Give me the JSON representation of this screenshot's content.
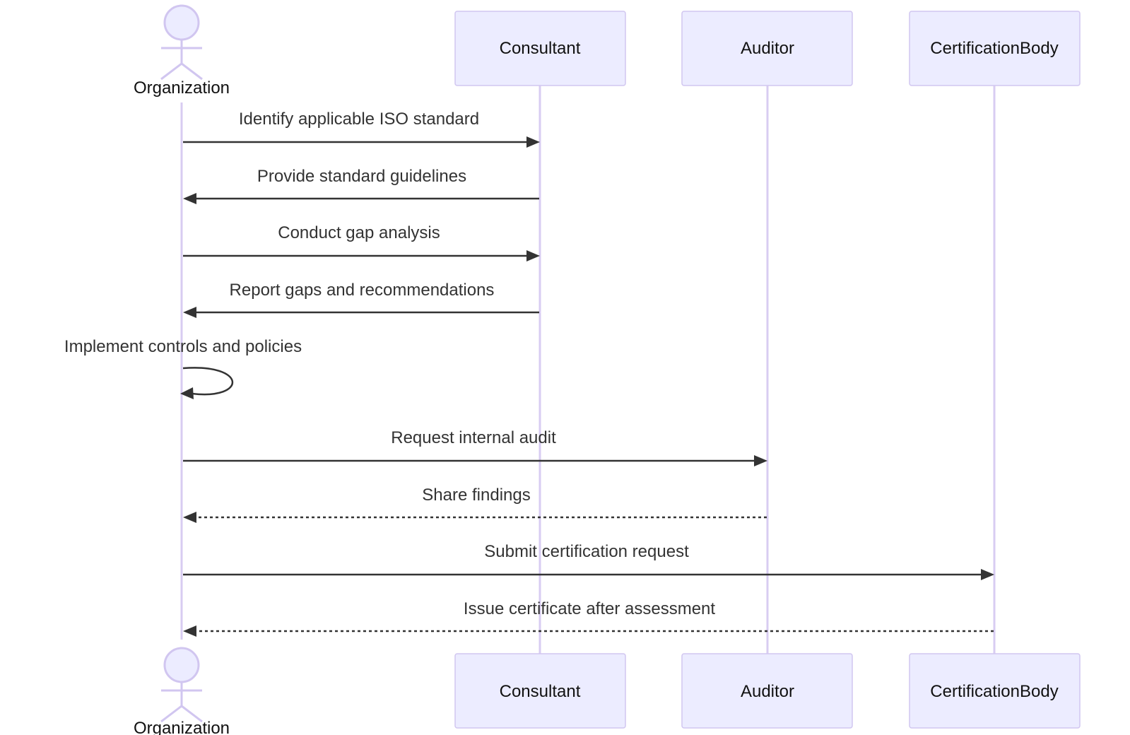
{
  "diagram": {
    "type": "sequence",
    "participants": [
      {
        "id": "org",
        "label": "Organization",
        "kind": "actor"
      },
      {
        "id": "consultant",
        "label": "Consultant",
        "kind": "participant"
      },
      {
        "id": "auditor",
        "label": "Auditor",
        "kind": "participant"
      },
      {
        "id": "cert",
        "label": "CertificationBody",
        "kind": "participant"
      }
    ],
    "messages": [
      {
        "from": "org",
        "to": "consultant",
        "label": "Identify applicable ISO standard",
        "style": "solid"
      },
      {
        "from": "consultant",
        "to": "org",
        "label": "Provide standard guidelines",
        "style": "solid"
      },
      {
        "from": "org",
        "to": "consultant",
        "label": "Conduct gap analysis",
        "style": "solid"
      },
      {
        "from": "consultant",
        "to": "org",
        "label": "Report gaps and recommendations",
        "style": "solid"
      },
      {
        "from": "org",
        "to": "org",
        "label": "Implement controls and policies",
        "style": "solid"
      },
      {
        "from": "org",
        "to": "auditor",
        "label": "Request internal audit",
        "style": "solid"
      },
      {
        "from": "auditor",
        "to": "org",
        "label": "Share findings",
        "style": "dashed"
      },
      {
        "from": "org",
        "to": "cert",
        "label": "Submit certification request",
        "style": "solid"
      },
      {
        "from": "cert",
        "to": "org",
        "label": "Issue certificate after assessment",
        "style": "dashed"
      }
    ]
  }
}
